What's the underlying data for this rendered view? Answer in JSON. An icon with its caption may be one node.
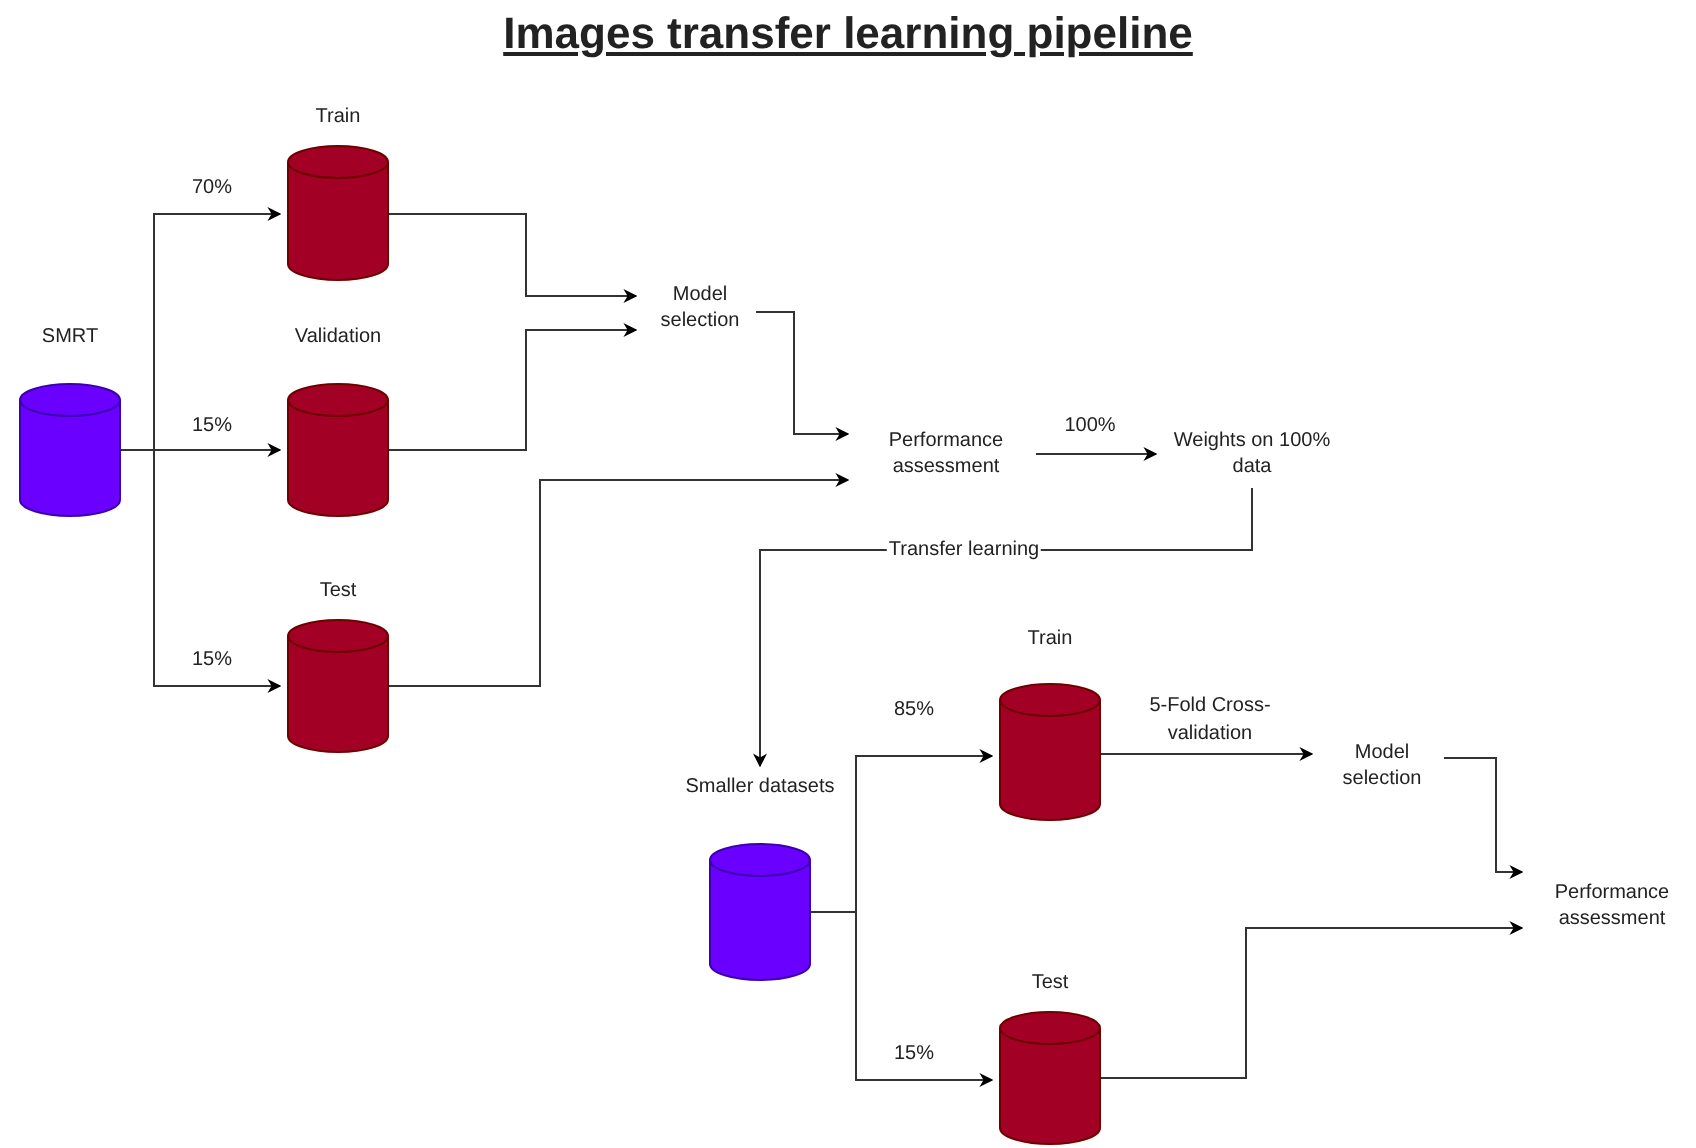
{
  "diagram": {
    "title": "Images transfer learning pipeline",
    "nodes": [
      {
        "text": [
          "SMRT"
        ]
      },
      {
        "text": [
          "Train"
        ]
      },
      {
        "text": [
          "Validation"
        ]
      },
      {
        "text": [
          "Test"
        ]
      },
      {
        "text": [
          "Model selection"
        ]
      },
      {
        "text": [
          "Performance assessment"
        ]
      },
      {
        "text": [
          "Weights on 100% data"
        ]
      },
      {
        "text": [
          "Smaller datasets"
        ]
      },
      {
        "text": [
          "Train"
        ]
      },
      {
        "text": [
          "Test"
        ]
      },
      {
        "text": [
          "Model selection"
        ]
      },
      {
        "text": [
          "Performance assessment"
        ]
      }
    ],
    "edges": [
      {
        "from": 0,
        "to": 1,
        "arrow": "to",
        "label": "70%"
      },
      {
        "from": 0,
        "to": 2,
        "arrow": "to",
        "label": "15%"
      },
      {
        "from": 0,
        "to": 3,
        "arrow": "to",
        "label": "15%"
      },
      {
        "from": 1,
        "to": 4,
        "arrow": "to"
      },
      {
        "from": 2,
        "to": 4,
        "arrow": "to"
      },
      {
        "from": 4,
        "to": 5,
        "arrow": "to"
      },
      {
        "from": 3,
        "to": 5,
        "arrow": "to"
      },
      {
        "from": 5,
        "to": 6,
        "arrow": "to",
        "label": "100%"
      },
      {
        "from": 6,
        "to": 7,
        "arrow": "to",
        "label": "Transfer learning"
      },
      {
        "from": 7,
        "to": 8,
        "arrow": "to",
        "label": "85%"
      },
      {
        "from": 7,
        "to": 9,
        "arrow": "to",
        "label": "15%"
      },
      {
        "from": 8,
        "to": 10,
        "arrow": "to",
        "label": "5-Fold Cross-validation"
      },
      {
        "from": 10,
        "to": 11,
        "arrow": "to"
      },
      {
        "from": 9,
        "to": 11,
        "arrow": "to"
      }
    ]
  }
}
